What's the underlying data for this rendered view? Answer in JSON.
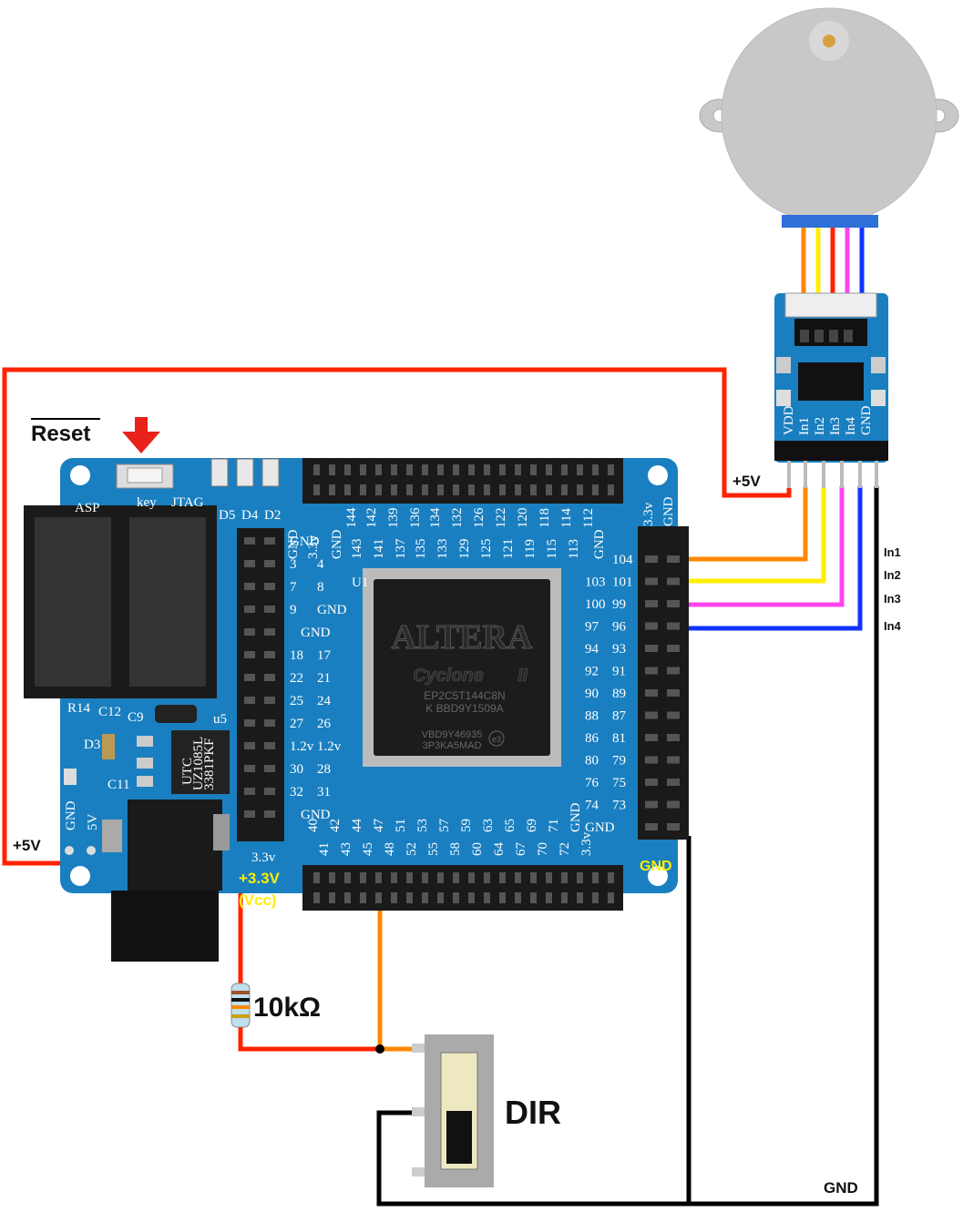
{
  "labels": {
    "reset": "Reset",
    "plus5v_left": "+5V",
    "plus5v_right": "+5V",
    "vcc_line1": "+3.3V",
    "vcc_line2": "(Vcc)",
    "resistor": "10kΩ",
    "dir": "DIR",
    "gnd_board": "GND",
    "gnd_bottom": "GND",
    "in1": "In1",
    "in2": "In2",
    "in3": "In3",
    "in4": "In4"
  },
  "board": {
    "chip_brand": "ALTERA",
    "chip_family": "Cyclone",
    "chip_family_suffix": "II",
    "chip_part": "EP2C5T144C8N",
    "chip_lot": "K BBD9Y1509A",
    "chip_code1": "VBD9Y46935",
    "chip_code2": "3P3KA5MAD",
    "chip_e3": "e3",
    "u1": "U1",
    "u5": "u5",
    "regulator_line1": "UTC",
    "regulator_line2": "UZ1085L",
    "regulator_line3": "3381PKF",
    "key_label": "key",
    "jtag_label": "JTAG",
    "asp_label": "ASP",
    "led_labels": [
      "D5",
      "D4",
      "D2"
    ],
    "left_parts": [
      "R14",
      "C12",
      "C9",
      "D3",
      "C11"
    ],
    "power_header": [
      "GND",
      "5V"
    ],
    "top_header_labels": [
      "GND",
      "3.3v",
      "GND",
      "144",
      "143",
      "142",
      "141",
      "139",
      "137",
      "136",
      "135",
      "134",
      "133",
      "132",
      "129",
      "126",
      "125",
      "122",
      "121",
      "120",
      "119",
      "118",
      "115",
      "114",
      "113",
      "112",
      "GND"
    ],
    "left_header_rows": [
      [
        "GND",
        ""
      ],
      [
        "3",
        "4"
      ],
      [
        "7",
        "8"
      ],
      [
        "9",
        "GND"
      ],
      [
        "",
        "GND"
      ],
      [
        "18",
        "17"
      ],
      [
        "22",
        "21"
      ],
      [
        "25",
        "24"
      ],
      [
        "27",
        "26"
      ],
      [
        "1.2v",
        "1.2v"
      ],
      [
        "30",
        "28"
      ],
      [
        "32",
        "31"
      ],
      [
        "",
        "GND"
      ]
    ],
    "left_header_bottom": "3.3v",
    "right_header_rows": [
      [
        "",
        "104"
      ],
      [
        "103",
        "101"
      ],
      [
        "100",
        "99"
      ],
      [
        "97",
        "96"
      ],
      [
        "94",
        "93"
      ],
      [
        "92",
        "91"
      ],
      [
        "90",
        "89"
      ],
      [
        "88",
        "87"
      ],
      [
        "86",
        "81"
      ],
      [
        "80",
        "79"
      ],
      [
        "76",
        "75"
      ],
      [
        "74",
        "73"
      ],
      [
        "GND",
        ""
      ]
    ],
    "right_header_top": [
      "3.3v",
      "GND"
    ],
    "bottom_header_labels": [
      "40",
      "41",
      "42",
      "43",
      "44",
      "45",
      "47",
      "48",
      "51",
      "52",
      "53",
      "55",
      "57",
      "58",
      "59",
      "60",
      "63",
      "64",
      "65",
      "67",
      "69",
      "70",
      "71",
      "72",
      "GND",
      "3.3v"
    ]
  },
  "driver": {
    "pin_labels": [
      "VDD",
      "In1",
      "In2",
      "In3",
      "In4",
      "GND"
    ]
  },
  "colors": {
    "wire_red": "#ff2200",
    "wire_orange": "#ff8800",
    "wire_yellow": "#ffee00",
    "wire_magenta": "#ff44ee",
    "wire_blue": "#1133ff",
    "wire_black": "#000000",
    "board_blue": "#1a7fc0",
    "motor_gray": "#c8c8c8",
    "label_yellow": "#ffee00",
    "arrow_red": "#e8221a"
  }
}
